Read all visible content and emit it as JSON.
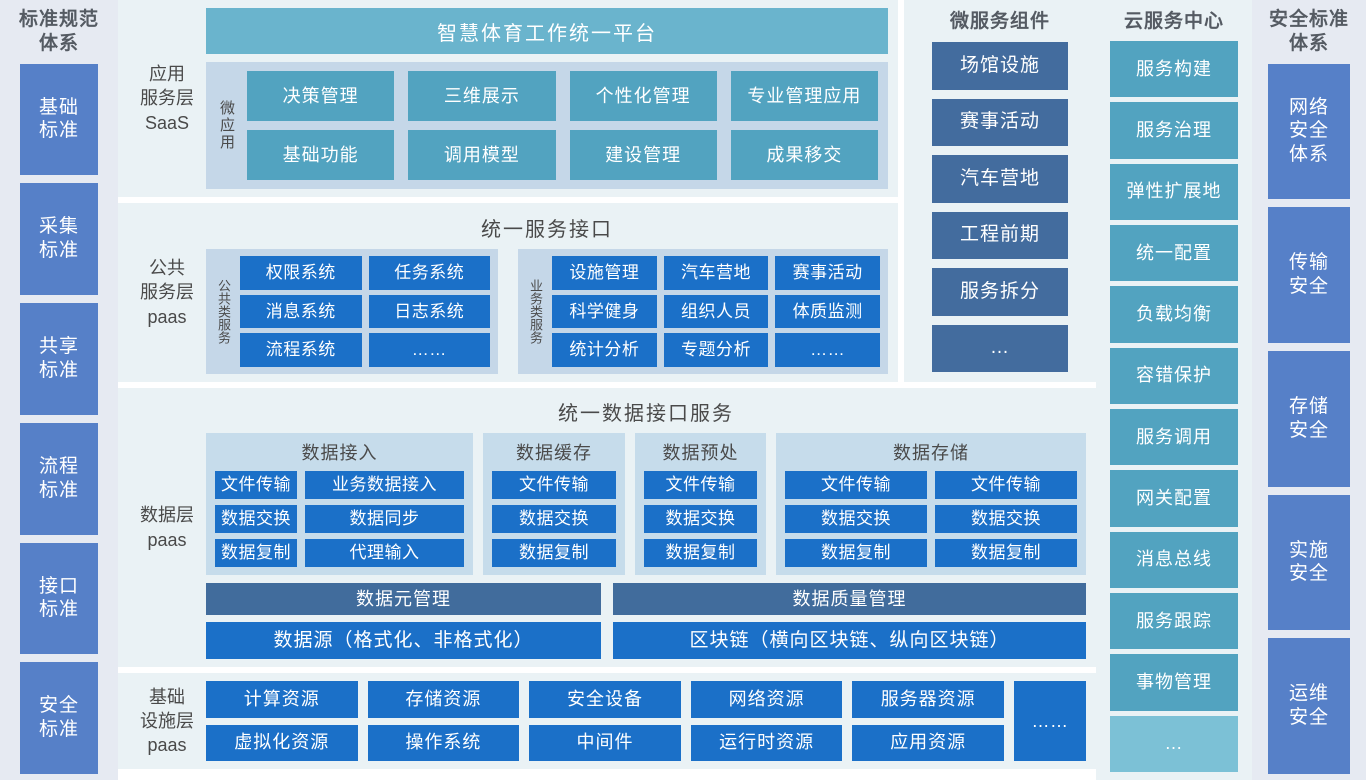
{
  "left_rail": {
    "title": "标准规范\n体系",
    "title_lines": [
      "标准规范",
      "体系"
    ],
    "items": [
      {
        "label": "基础\n标准",
        "lines": [
          "基础",
          "标准"
        ]
      },
      {
        "label": "采集\n标准",
        "lines": [
          "采集",
          "标准"
        ]
      },
      {
        "label": "共享\n标准",
        "lines": [
          "共享",
          "标准"
        ]
      },
      {
        "label": "流程\n标准",
        "lines": [
          "流程",
          "标准"
        ]
      },
      {
        "label": "接口\n标准",
        "lines": [
          "接口",
          "标准"
        ]
      },
      {
        "label": "安全\n标准",
        "lines": [
          "安全",
          "标准"
        ]
      }
    ]
  },
  "right_rail": {
    "title_lines": [
      "安全标准",
      "体系"
    ],
    "items": [
      {
        "lines": [
          "网络",
          "安全",
          "体系"
        ]
      },
      {
        "lines": [
          "传输",
          "安全"
        ]
      },
      {
        "lines": [
          "存储",
          "安全"
        ]
      },
      {
        "lines": [
          "实施",
          "安全"
        ]
      },
      {
        "lines": [
          "运维",
          "安全"
        ]
      }
    ]
  },
  "application_layer": {
    "label_lines": [
      "应用",
      "服务层",
      "SaaS"
    ],
    "platform_title": "智慧体育工作统一平台",
    "micro_app_label": "微应用",
    "apps": [
      "决策管理",
      "三维展示",
      "个性化管理",
      "专业管理应用",
      "基础功能",
      "调用模型",
      "建设管理",
      "成果移交"
    ]
  },
  "public_service_layer": {
    "label_lines": [
      "公共",
      "服务层",
      "paas"
    ],
    "title": "统一服务接口",
    "groups": [
      {
        "side_label": "公共类服务",
        "items": [
          "权限系统",
          "任务系统",
          "消息系统",
          "日志系统",
          "流程系统",
          "……"
        ]
      },
      {
        "side_label": "业务类服务",
        "items": [
          "设施管理",
          "汽车营地",
          "赛事活动",
          "科学健身",
          "组织人员",
          "体质监测",
          "统计分析",
          "专题分析",
          "……"
        ]
      }
    ]
  },
  "microservice_column": {
    "title": "微服务组件",
    "items": [
      "场馆设施",
      "赛事活动",
      "汽车营地",
      "工程前期",
      "服务拆分",
      "…"
    ]
  },
  "cloud_column": {
    "title": "云服务中心",
    "items": [
      "服务构建",
      "服务治理",
      "弹性扩展地",
      "统一配置",
      "负载均衡",
      "容错保护",
      "服务调用",
      "网关配置",
      "消息总线",
      "服务跟踪",
      "事物管理",
      "…"
    ]
  },
  "data_layer": {
    "label_lines": [
      "数据层",
      "paas"
    ],
    "title": "统一数据接口服务",
    "groups": [
      {
        "title": "数据接入",
        "items": [
          "文件传输",
          "业务数据接入",
          "数据交换",
          "数据同步",
          "数据复制",
          "代理输入"
        ]
      },
      {
        "title": "数据缓存",
        "items": [
          "文件传输",
          "数据交换",
          "数据复制"
        ]
      },
      {
        "title": "数据预处",
        "items": [
          "文件传输",
          "数据交换",
          "数据复制"
        ]
      },
      {
        "title": "数据存储",
        "items": [
          "文件传输",
          "文件传输",
          "数据交换",
          "数据交换",
          "数据复制",
          "数据复制"
        ]
      }
    ],
    "bars": [
      {
        "mgmt": "数据元管理",
        "source": "数据源（格式化、非格式化）"
      },
      {
        "mgmt": "数据质量管理",
        "source": "区块链（横向区块链、纵向区块链）"
      }
    ]
  },
  "infrastructure_layer": {
    "label_lines": [
      "基础",
      "设施层",
      "paas"
    ],
    "items": [
      "计算资源",
      "存储资源",
      "安全设备",
      "网络资源",
      "服务器资源",
      "虚拟化资源",
      "操作系统",
      "中间件",
      "运行时资源",
      "应用资源"
    ],
    "more": "……"
  },
  "colors": {
    "rail_bg": "#e6eaf2",
    "rail_item": "#5680c8",
    "section_bg": "#eaf2f5",
    "panel_bg": "#c5d7e8",
    "data_panel_bg": "#c6dceb",
    "teal": "#52a3c0",
    "teal_light": "#6ab4cd",
    "blue": "#1b70c8",
    "slate": "#416c9c",
    "micro_item": "#436c9e"
  }
}
